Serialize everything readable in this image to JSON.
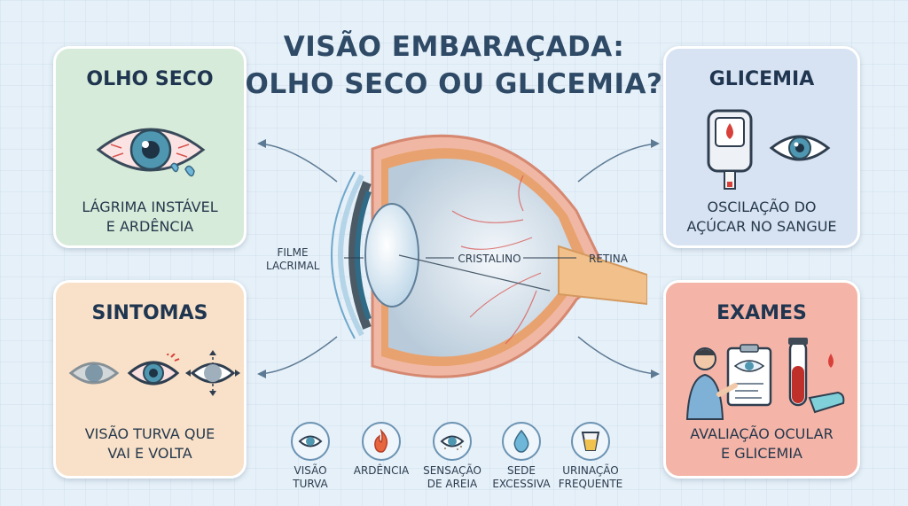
{
  "title": {
    "line1": "VISÃO EMBARAÇADA:",
    "line2": "OLHO SECO OU GLICEMIA?"
  },
  "cards": {
    "dry_eye": {
      "heading": "OLHO SECO",
      "line1": "LÁGRIMA INSTÁVEL",
      "line2": "E ARDÊNCIA"
    },
    "glycemia": {
      "heading": "GLICEMIA",
      "line1": "OSCILAÇÃO DO",
      "line2": "AÇÚCAR NO SANGUE"
    },
    "symptoms": {
      "heading": "SINTOMAS",
      "line1": "VISÃO TURVA QUE",
      "line2": "VAI E VOLTA"
    },
    "exams": {
      "heading": "EXAMES",
      "line1": "AVALIAÇÃO OCULAR",
      "line2": "E GLICEMIA"
    }
  },
  "diagram": {
    "tear_film_line1": "FILME",
    "tear_film_line2": "LACRIMAL",
    "lens": "CRISTALINO",
    "retina": "RETINA"
  },
  "symptom_icons": [
    {
      "line1": "VISÃO",
      "line2": "TURVA",
      "icon": "blurred-eye-icon"
    },
    {
      "line1": "ARDÊNCIA",
      "line2": "",
      "icon": "flame-icon"
    },
    {
      "line1": "SENSAÇÃO",
      "line2": "DE AREIA",
      "icon": "eye-sand-icon"
    },
    {
      "line1": "SEDE",
      "line2": "EXCESSIVA",
      "icon": "water-drop-icon"
    },
    {
      "line1": "URINAÇÃO",
      "line2": "FREQUENTE",
      "icon": "cup-icon"
    }
  ],
  "colors": {
    "dry_eye": "#d6ebd9",
    "glycemia": "#d7e3f2",
    "symptoms": "#f8e1c8",
    "exams": "#f4b5a8",
    "title": "#2e4a66"
  }
}
